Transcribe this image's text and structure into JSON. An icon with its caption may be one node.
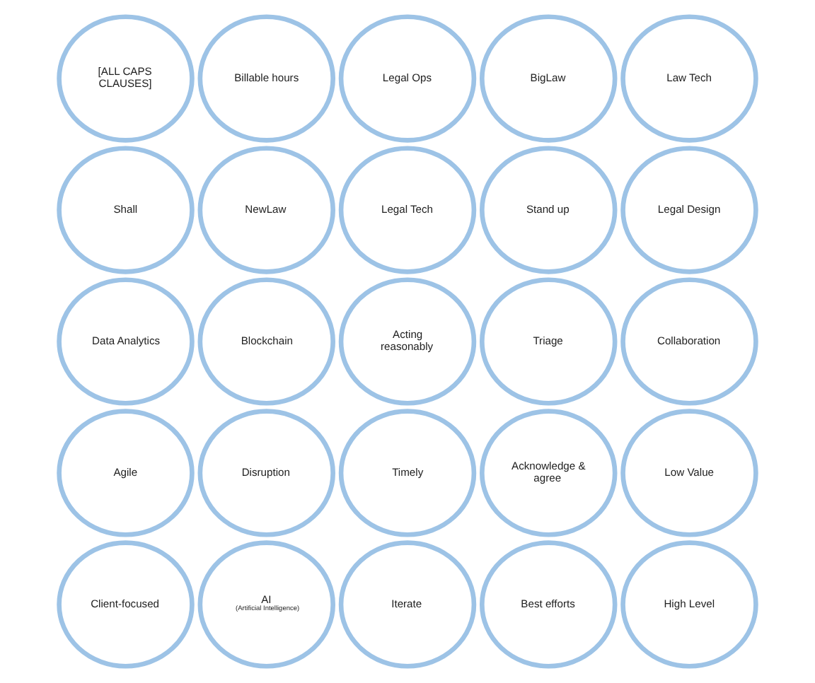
{
  "diagram": {
    "nodes": [
      {
        "text": [
          "[ALL CAPS CLAUSES]"
        ]
      },
      {
        "text": [
          "Billable hours"
        ]
      },
      {
        "text": [
          "Legal Ops"
        ]
      },
      {
        "text": [
          "BigLaw"
        ]
      },
      {
        "text": [
          "Law Tech"
        ]
      },
      {
        "text": [
          "Shall"
        ]
      },
      {
        "text": [
          "NewLaw"
        ]
      },
      {
        "text": [
          "Legal Tech"
        ]
      },
      {
        "text": [
          "Stand up"
        ]
      },
      {
        "text": [
          "Legal Design"
        ]
      },
      {
        "text": [
          "Data Analytics"
        ]
      },
      {
        "text": [
          "Blockchain"
        ]
      },
      {
        "text": [
          "Acting reasonably"
        ]
      },
      {
        "text": [
          "Triage"
        ]
      },
      {
        "text": [
          "Collaboration"
        ]
      },
      {
        "text": [
          "Agile"
        ]
      },
      {
        "text": [
          "Disruption"
        ]
      },
      {
        "text": [
          "Timely"
        ]
      },
      {
        "text": [
          "Acknowledge & agree"
        ]
      },
      {
        "text": [
          "Low Value"
        ]
      },
      {
        "text": [
          "Client-focused"
        ]
      },
      {
        "text": [
          "AI",
          "(Artificial Intelligence)"
        ]
      },
      {
        "text": [
          "Iterate"
        ]
      },
      {
        "text": [
          "Best efforts"
        ]
      },
      {
        "text": [
          "High Level"
        ]
      }
    ]
  }
}
